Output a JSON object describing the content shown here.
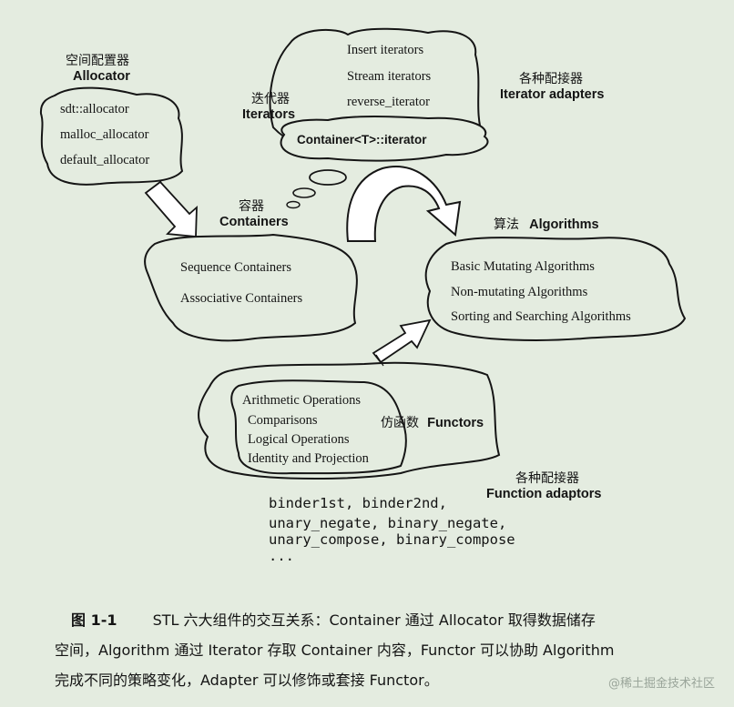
{
  "allocator": {
    "zh": "空间配置器",
    "en": "Allocator",
    "items": [
      "sdt::allocator",
      "malloc_allocator",
      "default_allocator"
    ]
  },
  "iterators": {
    "zh": "迭代器",
    "en": "Iterators",
    "core": "Container<T>::iterator"
  },
  "iterator_adapters": {
    "zh": "各种配接器",
    "en": "Iterator adapters",
    "items": [
      "Insert iterators",
      "Stream iterators",
      "reverse_iterator"
    ]
  },
  "containers": {
    "zh": "容器",
    "en": "Containers",
    "items": [
      "Sequence Containers",
      "Associative Containers"
    ]
  },
  "algorithms": {
    "zh": "算法",
    "en": "Algorithms",
    "items": [
      "Basic Mutating Algorithms",
      "Non-mutating Algorithms",
      "Sorting and Searching Algorithms"
    ]
  },
  "functors": {
    "zh": "仿函数",
    "en": "Functors",
    "items": [
      "Arithmetic Operations",
      "Comparisons",
      "Logical Operations",
      "Identity and Projection"
    ]
  },
  "function_adaptors": {
    "zh": "各种配接器",
    "en": "Function adaptors",
    "lines": [
      "binder1st, binder2nd,",
      "unary_negate, binary_negate,",
      "unary_compose, binary_compose",
      "..."
    ]
  },
  "caption": {
    "label": "图 1-1",
    "line1": "STL 六大组件的交互关系：Container 通过 Allocator 取得数据储存",
    "line2": "空间，Algorithm 通过 Iterator 存取 Container 内容，Functor 可以协助 Algorithm",
    "line3": "完成不同的策略变化，Adapter 可以修饰或套接 Functor。"
  },
  "watermark": "@稀土掘金技术社区"
}
